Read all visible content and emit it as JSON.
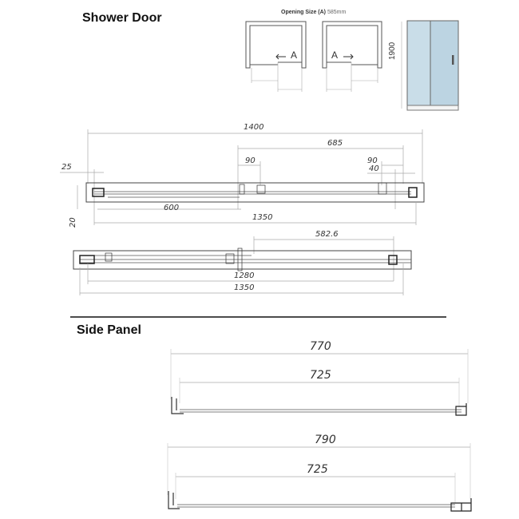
{
  "sections": {
    "shower_door": {
      "title": "Shower Door",
      "opening_label": "Opening Size (A)",
      "opening_value": "585mm",
      "arrow_left_label": "A",
      "arrow_right_label": "A",
      "height_label": "1900",
      "colors": {
        "glass": "#bcd4e2",
        "frame": "#555555",
        "base": "#f2f2f2"
      }
    },
    "plan_1": {
      "overall_width": "1400",
      "door_span": "685",
      "left_offset": "25",
      "depth": "20",
      "left_roller_gap": "90",
      "right_roller_gap": "90",
      "right_offset": "40",
      "fixed_panel_width": "600",
      "inner_width": "1350"
    },
    "plan_2": {
      "door_span": "582.6",
      "inner_width": "1280",
      "overall_width": "1350"
    },
    "side_panel": {
      "title": "Side Panel",
      "panel_1": {
        "overall": "770",
        "glass": "725"
      },
      "panel_2": {
        "overall": "790",
        "glass": "725"
      }
    }
  }
}
